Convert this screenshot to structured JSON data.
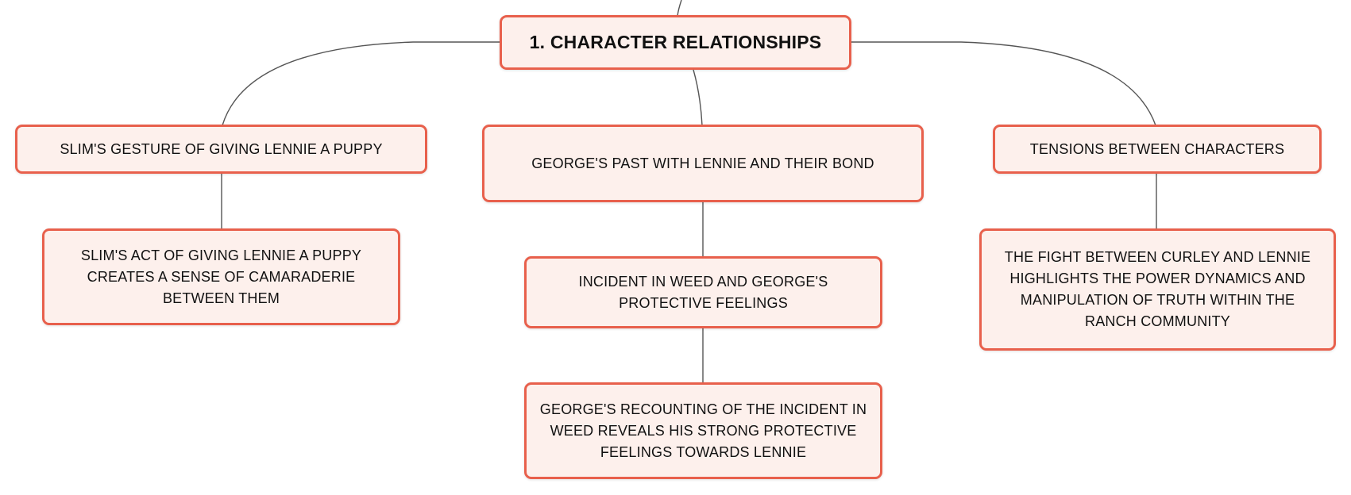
{
  "root": {
    "label": "1. CHARACTER RELATIONSHIPS"
  },
  "branches": [
    {
      "label": "SLIM'S GESTURE OF GIVING LENNIE A PUPPY",
      "children": [
        "SLIM'S ACT OF GIVING LENNIE A PUPPY CREATES A SENSE OF CAMARADERIE BETWEEN THEM"
      ]
    },
    {
      "label": "GEORGE'S PAST WITH LENNIE AND THEIR BOND",
      "children": [
        "INCIDENT IN WEED AND GEORGE'S PROTECTIVE FEELINGS",
        "GEORGE'S RECOUNTING OF THE INCIDENT IN WEED REVEALS HIS STRONG PROTECTIVE FEELINGS TOWARDS LENNIE"
      ]
    },
    {
      "label": "TENSIONS BETWEEN CHARACTERS",
      "children": [
        "THE FIGHT BETWEEN CURLEY AND LENNIE HIGHLIGHTS THE POWER DYNAMICS AND MANIPULATION OF TRUTH WITHIN THE RANCH COMMUNITY"
      ]
    }
  ],
  "colors": {
    "node_border": "#e8604c",
    "node_fill": "#fdf0ec",
    "connector": "#555555"
  }
}
